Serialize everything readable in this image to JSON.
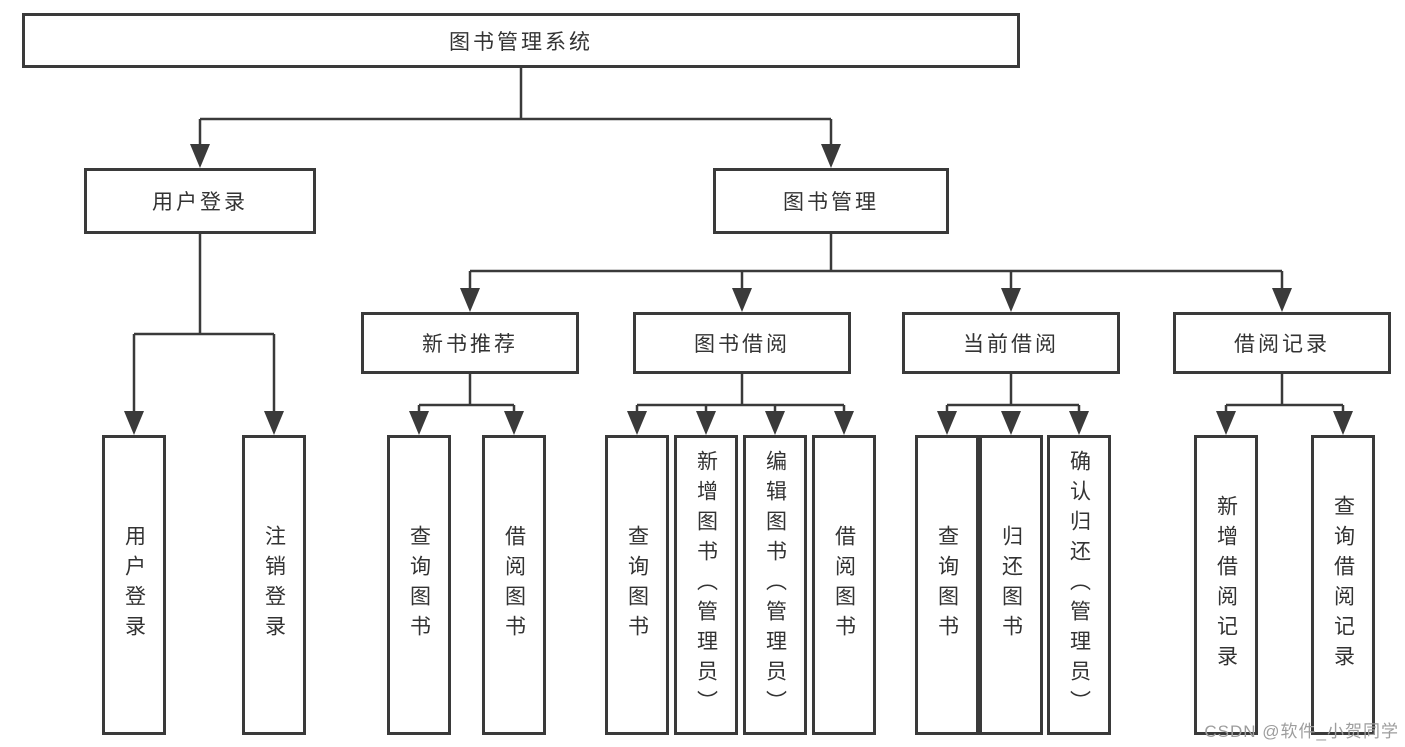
{
  "diagram": {
    "root": {
      "label": "图书管理系统"
    },
    "level2": {
      "userLogin": {
        "label": "用户登录"
      },
      "bookManagement": {
        "label": "图书管理"
      }
    },
    "level3": {
      "newBooks": {
        "label": "新书推荐"
      },
      "bookBorrow": {
        "label": "图书借阅"
      },
      "currentBorrow": {
        "label": "当前借阅"
      },
      "borrowRecords": {
        "label": "借阅记录"
      }
    },
    "leaves": {
      "userLogin": [
        "用户登录",
        "注销登录"
      ],
      "newBooks": [
        "查询图书",
        "借阅图书"
      ],
      "bookBorrow": [
        "查询图书",
        "新增图书（管理员）",
        "编辑图书（管理员）",
        "借阅图书"
      ],
      "currentBorrow": [
        "查询图书",
        "归还图书",
        "确认归还（管理员）"
      ],
      "borrowRecords": [
        "新增借阅记录",
        "查询借阅记录"
      ]
    }
  },
  "watermark": "CSDN @软件_小贺同学",
  "colors": {
    "line": "#3a3a3a",
    "text": "#333333",
    "watermark": "#9d9d9d",
    "background": "#ffffff"
  }
}
